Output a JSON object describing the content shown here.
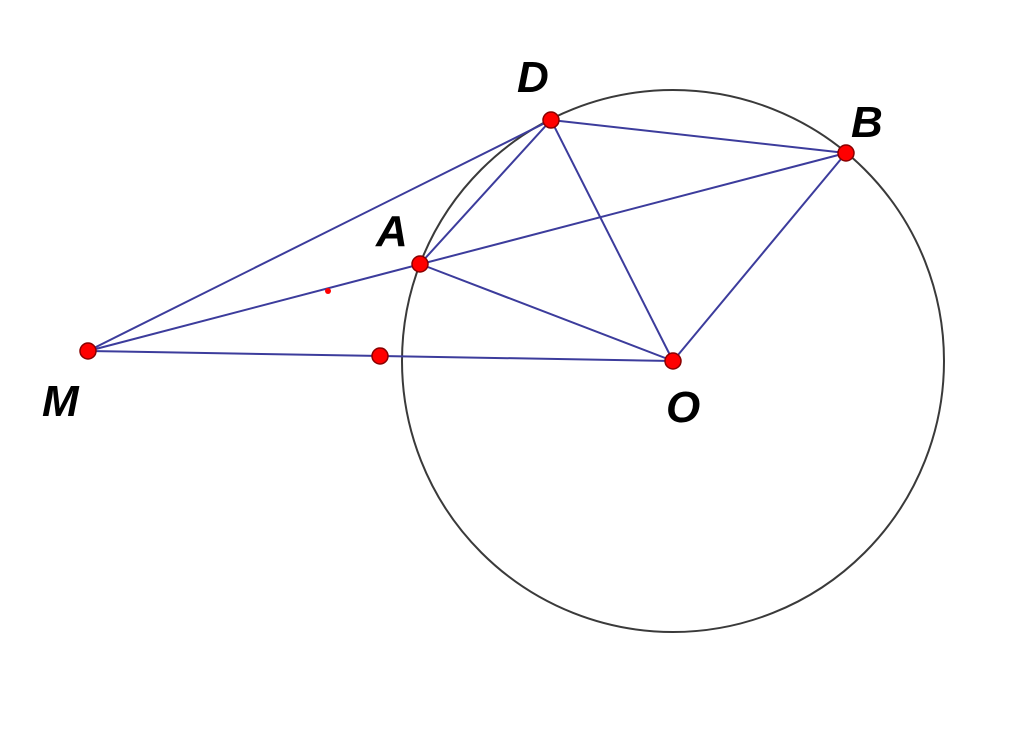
{
  "colors": {
    "background": "#ffffff",
    "line": "#3c3c9c",
    "circle": "#3a3a3a",
    "point": "#ff0000",
    "point_outline": "#880000",
    "label": "#000000"
  },
  "points": {
    "D": "D",
    "B": "B",
    "A": "A",
    "M": "M",
    "O": "O"
  }
}
